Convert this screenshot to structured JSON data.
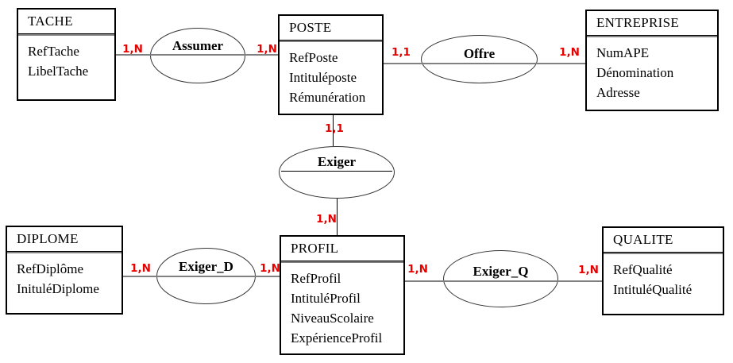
{
  "diagram": {
    "entities": {
      "tache": {
        "title": "TACHE",
        "attributes": [
          "RefTache",
          "LibelTache"
        ]
      },
      "poste": {
        "title": "POSTE",
        "attributes": [
          "RefPoste",
          "Intituléposte",
          "Rémunération"
        ]
      },
      "entreprise": {
        "title": "ENTREPRISE",
        "attributes": [
          "NumAPE",
          "Dénomination",
          "Adresse"
        ]
      },
      "diplome": {
        "title": "DIPLOME",
        "attributes": [
          "RefDiplôme",
          "InituléDiplome"
        ]
      },
      "profil": {
        "title": "PROFIL",
        "attributes": [
          "RefProfil",
          "IntituléProfil",
          "NiveauScolaire",
          "ExpérienceProfil"
        ]
      },
      "qualite": {
        "title": "QUALITE",
        "attributes": [
          "RefQualité",
          "IntituléQualité"
        ]
      }
    },
    "relations": {
      "assumer": {
        "label": "Assumer"
      },
      "offre": {
        "label": "Offre"
      },
      "exiger": {
        "label": "Exiger"
      },
      "exiger_d": {
        "label": "Exiger_D"
      },
      "exiger_q": {
        "label": "Exiger_Q"
      }
    },
    "cardinalities": {
      "tache_assumer": "1,N",
      "assumer_poste": "1,N",
      "poste_offre": "1,1",
      "offre_entreprise": "1,N",
      "poste_exiger": "1,1",
      "exiger_profil": "1,N",
      "diplome_exigerd": "1,N",
      "exigerd_profil": "1,N",
      "profil_exigerq": "1,N",
      "exigerq_qualite": "1,N"
    },
    "colors": {
      "cardinality": "#e60000",
      "connector_line": "#808080",
      "border": "#000000",
      "background": "#ffffff"
    }
  }
}
